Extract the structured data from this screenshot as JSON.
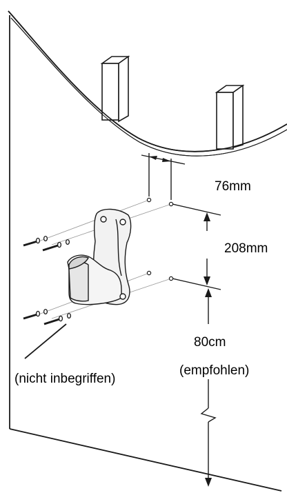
{
  "dimensions": {
    "hole_spacing": "76mm",
    "vertical_hole_spacing": "208mm",
    "mounting_height": "80cm",
    "mounting_height_note": "(empfohlen)"
  },
  "callout": {
    "not_included": "(nicht inbegriffen)"
  },
  "colors": {
    "line": "#1a1a1a",
    "bracket_fill": "#f2f2f2",
    "bracket_shadow": "#cfcfcf"
  },
  "icons": {
    "bracket": "wall-mount-bracket",
    "screw": "screw-icon",
    "washer": "washer-icon"
  }
}
